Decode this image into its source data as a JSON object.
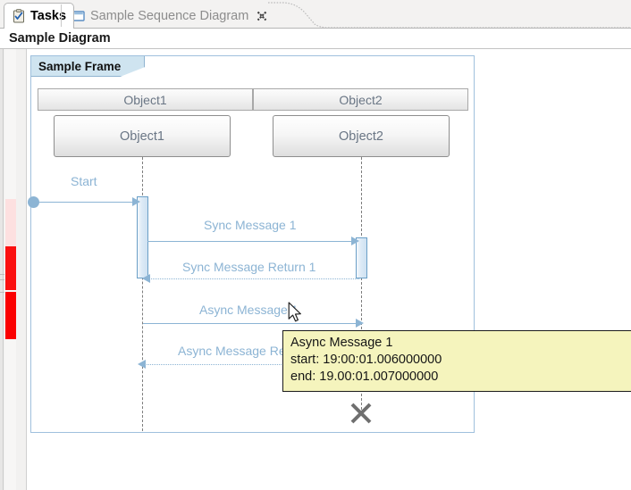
{
  "window": {
    "tabs": [
      {
        "label": "Tasks",
        "icon": "tasks-clipboard-icon",
        "active": true,
        "closable": false
      },
      {
        "label": "Sample Sequence Diagram",
        "icon": "diagram-page-icon",
        "active": false,
        "closable": true
      }
    ]
  },
  "editor": {
    "title": "Sample Diagram"
  },
  "diagram": {
    "frame_label": "Sample Frame",
    "headers": [
      {
        "label": "Object1"
      },
      {
        "label": "Object2"
      }
    ],
    "lifelines": [
      {
        "label": "Object1"
      },
      {
        "label": "Object2"
      }
    ],
    "messages": [
      {
        "label": "Start",
        "kind": "found-message",
        "style": "solid"
      },
      {
        "label": "Sync Message 1",
        "kind": "sync",
        "style": "solid"
      },
      {
        "label": "Sync Message Return 1",
        "kind": "return",
        "style": "dotted"
      },
      {
        "label": "Async Message 1",
        "kind": "async",
        "style": "solid"
      },
      {
        "label": "Async Message Return 1",
        "kind": "async-return",
        "style": "dotted"
      }
    ],
    "destruction_marker": "destroy-x-icon"
  },
  "tooltip": {
    "title": "Async Message 1",
    "start": "start: 19:00:01.006000000",
    "end": "end: 19.00:01.007000000"
  },
  "markers": [
    {
      "name": "warning-marker",
      "color": "#fde0e0"
    },
    {
      "name": "error-marker-1",
      "color": "#fb0f0f"
    },
    {
      "name": "error-marker-2",
      "color": "#fb0000"
    }
  ],
  "colors": {
    "message": "#8cb4d4",
    "frame_border": "#9fc0dd",
    "frame_label_bg": "#cfe4f0",
    "tooltip_bg": "#f5f4bd",
    "object_text": "#6a7685"
  }
}
